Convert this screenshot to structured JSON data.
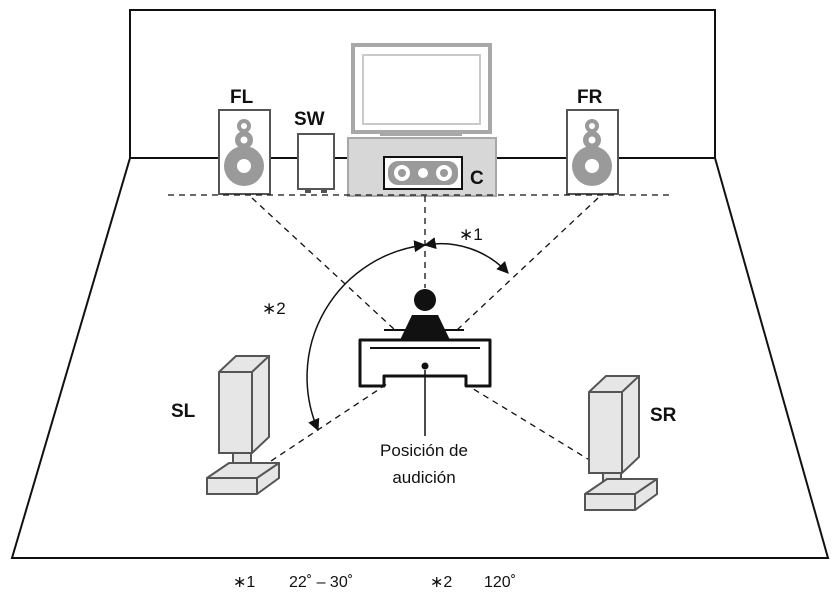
{
  "labels": {
    "fl": "FL",
    "sw": "SW",
    "c": "C",
    "fr": "FR",
    "sl": "SL",
    "sr": "SR"
  },
  "angle_marks": {
    "a1": "∗1",
    "a2": "∗2"
  },
  "listening_position": {
    "line1": "Posición de",
    "line2": "audición"
  },
  "legend": {
    "m1": "∗1",
    "v1": "22˚ – 30˚",
    "m2": "∗2",
    "v2": "120˚"
  },
  "colors": {
    "line": "#111111",
    "speaker_fill": "#e6e6e6",
    "speaker_stroke": "#666666",
    "driver": "#9a9a9a",
    "tv_frame": "#a8a8a8"
  }
}
